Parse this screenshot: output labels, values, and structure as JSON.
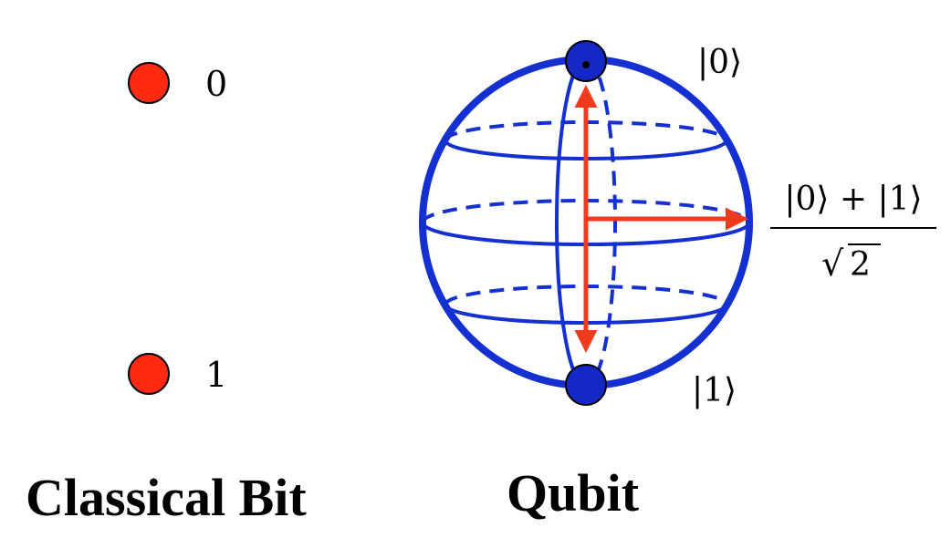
{
  "classical": {
    "title": "Classical Bit",
    "state0_label": "0",
    "state1_label": "1"
  },
  "qubit": {
    "title": "Qubit",
    "ket0": "|0⟩",
    "ket1": "|1⟩",
    "superposition_numerator": "|0⟩ + |1⟩",
    "superposition_denominator": "2",
    "sqrt_symbol": "√"
  },
  "colors": {
    "classical_dot": "#ff2a10",
    "sphere": "#1530d0",
    "pole": "#1428c8",
    "arrows": "#f03a1e",
    "text": "#000000"
  }
}
